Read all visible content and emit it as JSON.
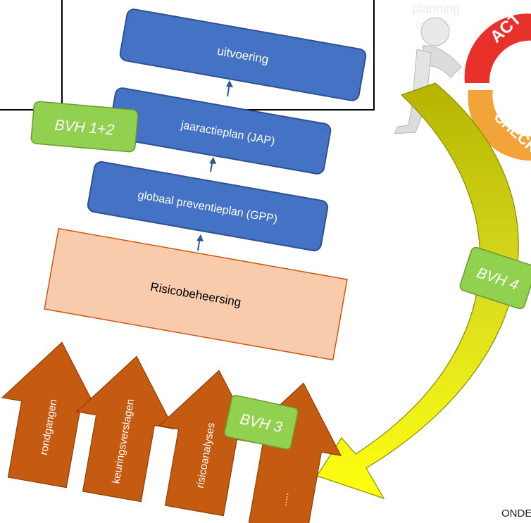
{
  "steps": {
    "uitvoering": "uitvoering",
    "jap": "jaaractieplan (JAP)",
    "gpp": "globaal preventieplan (GPP)",
    "risico": "Risicobeheersing"
  },
  "arrows": [
    "rondgangen",
    "keuringsverslagen",
    "risicoanalyses",
    "....."
  ],
  "badges": {
    "bvh12": "BVH 1+2",
    "bvh3": "BVH 3",
    "bvh4": "BVH 4"
  },
  "pdca": {
    "act": "ACT",
    "check": "CHECK"
  },
  "footer": "ONDE",
  "colors": {
    "blue_box": "#4472c4",
    "peach_box": "#f8cbad",
    "orange_arrow": "#c55a11",
    "green_badge": "#92d050",
    "act_red": "#e8312a",
    "check_orange": "#f2a33a",
    "curve_start": "#b9b800",
    "curve_end": "#ffff00"
  }
}
